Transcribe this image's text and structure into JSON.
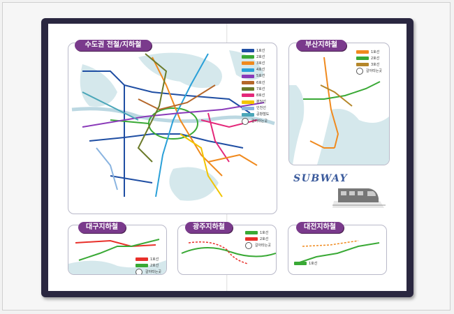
{
  "panels": {
    "capital": {
      "title": "수도권 전철/지하철",
      "legend": [
        {
          "label": "1호선",
          "color": "#1f4ea3"
        },
        {
          "label": "2호선",
          "color": "#39a935"
        },
        {
          "label": "3호선",
          "color": "#f08a1e"
        },
        {
          "label": "4호선",
          "color": "#2aa0d8"
        },
        {
          "label": "5호선",
          "color": "#8a3ab9"
        },
        {
          "label": "6호선",
          "color": "#b5672a"
        },
        {
          "label": "7호선",
          "color": "#6b7a2a"
        },
        {
          "label": "8호선",
          "color": "#e4287a"
        },
        {
          "label": "분당선",
          "color": "#f2c400"
        },
        {
          "label": "인천선",
          "color": "#8ab4e0"
        },
        {
          "label": "공항철도",
          "color": "#4aa6b8"
        }
      ],
      "transfer_label": "갈아타는곳"
    },
    "busan": {
      "title": "부산지하철",
      "legend": [
        {
          "label": "1호선",
          "color": "#f08a1e"
        },
        {
          "label": "2호선",
          "color": "#39a935"
        },
        {
          "label": "3호선",
          "color": "#b5872a"
        }
      ],
      "transfer_label": "갈아타는곳"
    },
    "daegu": {
      "title": "대구지하철",
      "legend": [
        {
          "label": "1호선",
          "color": "#e8302a"
        },
        {
          "label": "2호선",
          "color": "#39a935"
        }
      ],
      "transfer_label": "갈아타는곳"
    },
    "gwangju": {
      "title": "광주지하철",
      "legend": [
        {
          "label": "1호선",
          "color": "#39a935"
        },
        {
          "label": "2호선",
          "color": "#e8302a"
        }
      ],
      "transfer_label": "갈아타는곳"
    },
    "daejeon": {
      "title": "대전지하철",
      "legend": [
        {
          "label": "1호선",
          "color": "#39a935"
        }
      ]
    }
  },
  "brand": {
    "subway_text": "SUBWAY"
  },
  "colors": {
    "binder": "#2a2740",
    "badge": "#7a3a8c",
    "water": "#cfe3ea"
  }
}
